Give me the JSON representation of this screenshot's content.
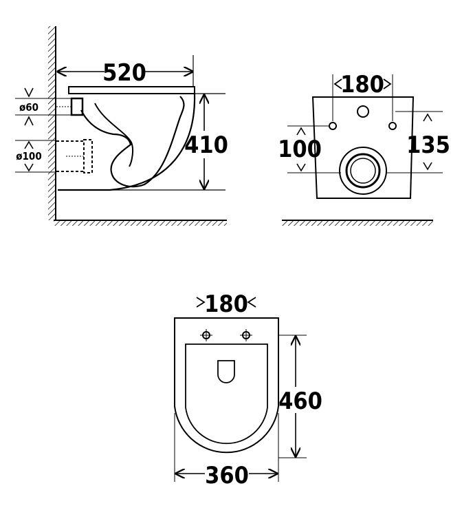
{
  "side_view": {
    "width_label": "520",
    "height_label": "410",
    "pipe_upper_label": "ø60",
    "pipe_lower_label": "ø100"
  },
  "back_view": {
    "bolt_spacing_label": "180",
    "left_height_label": "100",
    "right_height_label": "135"
  },
  "top_view": {
    "bolt_spacing_label": "180",
    "depth_label": "460",
    "width_label": "360"
  },
  "colors": {
    "line": "#000000",
    "background": "#ffffff",
    "hatch": "#000000"
  }
}
